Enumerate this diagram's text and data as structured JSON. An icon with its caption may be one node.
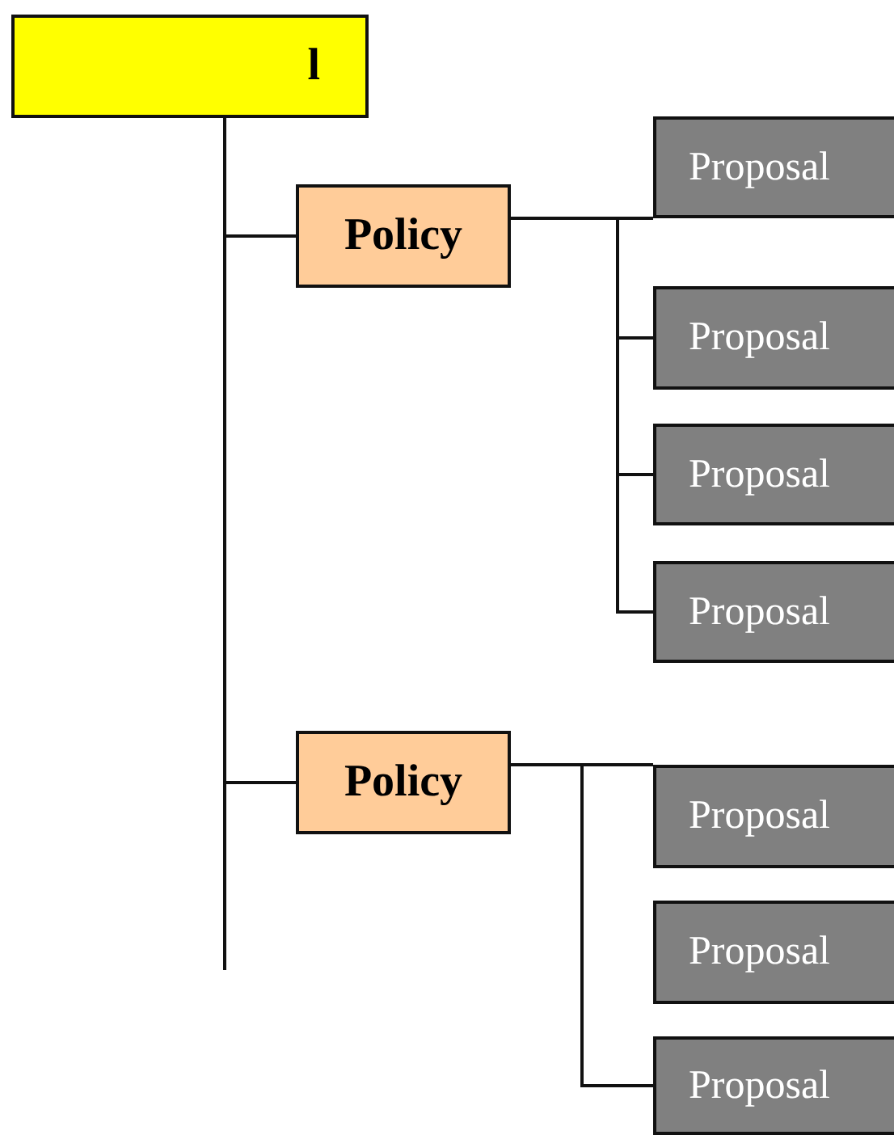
{
  "diagram": {
    "nodes": [
      {
        "text": [
          "l"
        ]
      },
      {
        "text": [
          "Policy"
        ]
      },
      {
        "text": [
          "Proposal"
        ]
      },
      {
        "text": [
          "Proposal"
        ]
      },
      {
        "text": [
          "Proposal"
        ]
      },
      {
        "text": [
          "Proposal"
        ]
      },
      {
        "text": [
          "Policy"
        ]
      },
      {
        "text": [
          "Proposal"
        ]
      },
      {
        "text": [
          "Proposal"
        ]
      },
      {
        "text": [
          "Proposal"
        ]
      }
    ],
    "edges": [
      {
        "from": 0,
        "to": 1,
        "arrow": "none"
      },
      {
        "from": 0,
        "to": 6,
        "arrow": "none"
      },
      {
        "from": 1,
        "to": 2,
        "arrow": "none"
      },
      {
        "from": 1,
        "to": 3,
        "arrow": "none"
      },
      {
        "from": 1,
        "to": 4,
        "arrow": "none"
      },
      {
        "from": 1,
        "to": 5,
        "arrow": "none"
      },
      {
        "from": 6,
        "to": 7,
        "arrow": "none"
      },
      {
        "from": 6,
        "to": 9,
        "arrow": "none"
      }
    ]
  }
}
